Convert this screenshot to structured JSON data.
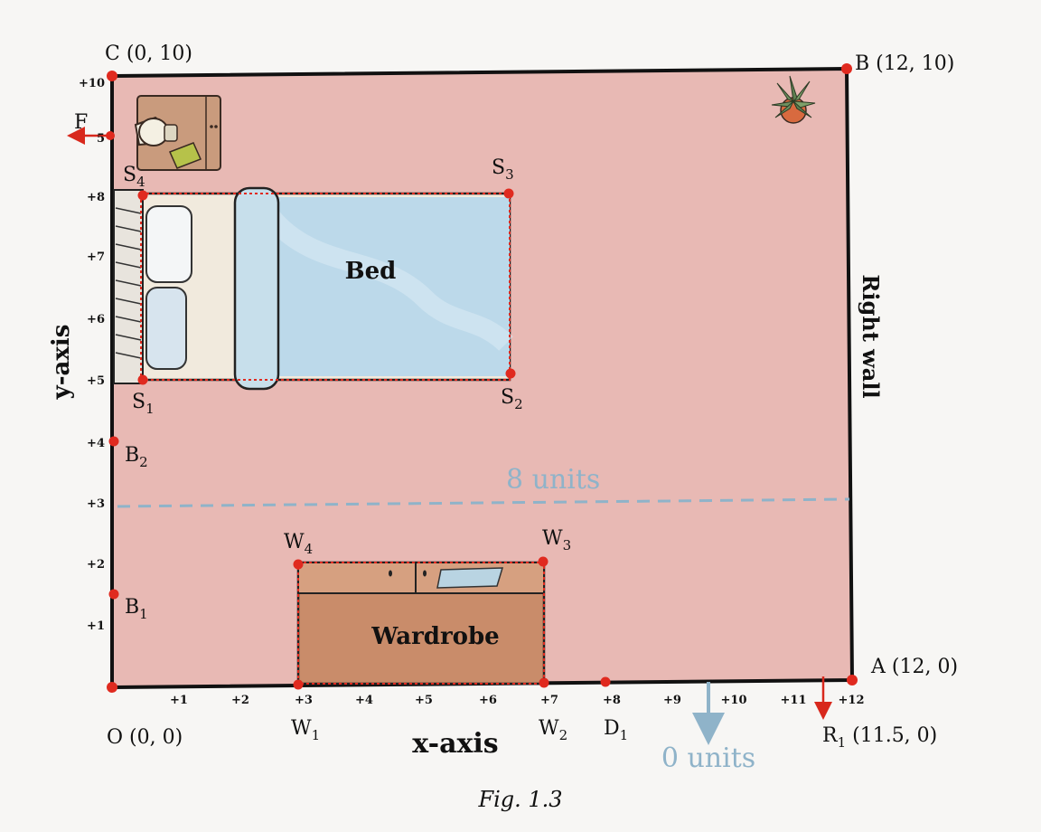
{
  "room": {
    "fill": "#e8b9b4",
    "wall_color": "#111111",
    "point_color": "#e02a1f",
    "dashed_color": "#8fb3c9"
  },
  "corners": {
    "c_label": "C (0, 10)",
    "b_label": "B (12, 10)",
    "a_label": "A (12, 0)",
    "o_label": "O (0, 0)"
  },
  "points": {
    "f": "F",
    "s1": "S",
    "s1_sub": "1",
    "s2": "S",
    "s2_sub": "2",
    "s3": "S",
    "s3_sub": "3",
    "s4": "S",
    "s4_sub": "4",
    "b1": "B",
    "b1_sub": "1",
    "b2": "B",
    "b2_sub": "2",
    "w1": "W",
    "w1_sub": "1",
    "w2": "W",
    "w2_sub": "2",
    "w3": "W",
    "w3_sub": "3",
    "w4": "W",
    "w4_sub": "4",
    "d1": "D",
    "d1_sub": "1",
    "r1": "R",
    "r1_sub": "1",
    "r1_coords": " (11.5, 0)"
  },
  "labels": {
    "bed": "Bed",
    "wardrobe": "Wardrobe",
    "right_wall": "Right wall",
    "y_axis": "y-axis",
    "x_axis": "x-axis",
    "eight_units": "8 units",
    "zero_units": "0 units",
    "figure_caption": "Fig. 1.3"
  },
  "y_ticks": [
    "+10",
    "5",
    "+8",
    "+7",
    "+6",
    "+5",
    "+4",
    "+3",
    "+2",
    "+1"
  ],
  "x_ticks": [
    "+1",
    "+2",
    "+3",
    "+4",
    "+5",
    "+6",
    "+7",
    "+8",
    "+9",
    "+10",
    "+11",
    "+12"
  ]
}
